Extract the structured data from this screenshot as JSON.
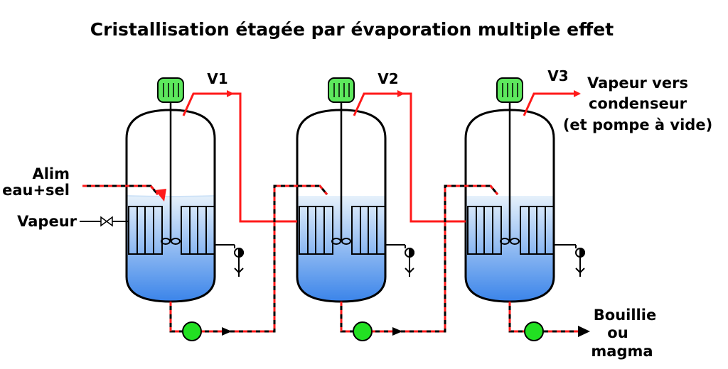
{
  "title": "Cristallisation étagée par évaporation multiple effet",
  "labels": {
    "v1": "V1",
    "v2": "V2",
    "v3": "V3",
    "feed_line1": "Alim",
    "feed_line2": "eau+sel",
    "steam": "Vapeur",
    "vapour_out_line1": "Vapeur vers",
    "vapour_out_line2": "condenseur",
    "vapour_out_line3": "(et pompe à vide)",
    "slurry_line1": "Bouillie",
    "slurry_line2": "ou",
    "slurry_line3": "magma"
  },
  "colors": {
    "liquid_top": "#e6f1fb",
    "liquid_bottom": "#2e7ce8",
    "vapour_line": "#ff1a1a",
    "motor": "#5de85d",
    "pump": "#22e022",
    "outline": "#000000"
  },
  "icons": [
    "motor-icon",
    "agitator-icon",
    "heat-exchanger-icon",
    "valve-icon",
    "pump-icon",
    "sampling-valve-icon"
  ]
}
